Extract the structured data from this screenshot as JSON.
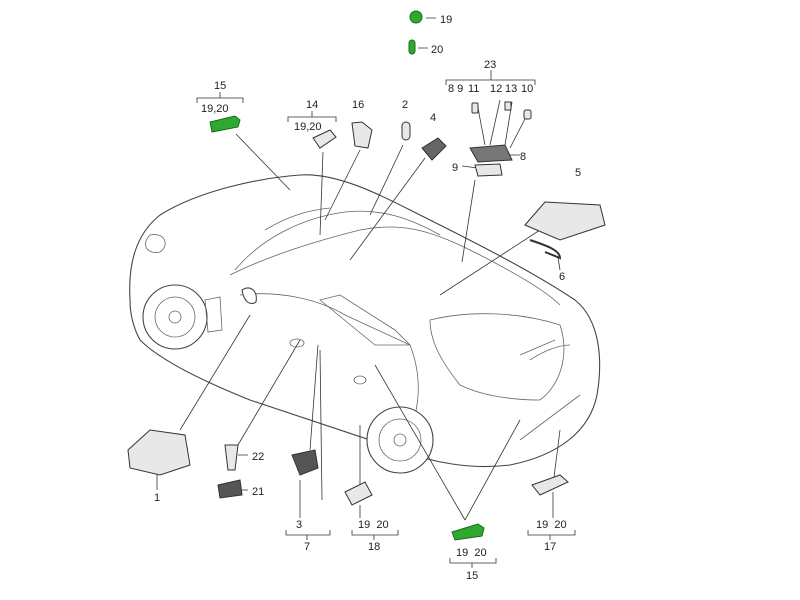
{
  "diagram": {
    "title": "Interior lighting parts diagram",
    "accent_color": "#2fa82f",
    "callouts": {
      "n19": "19",
      "n20": "20",
      "n23": "23",
      "n8_9": "8 9",
      "n11": "11",
      "n12": "12",
      "n13": "13",
      "n10": "10",
      "n15_top": "15",
      "n15_top_sub": "19,20",
      "n14": "14",
      "n14_sub": "19,20",
      "n16": "16",
      "n2": "2",
      "n4": "4",
      "n8": "8",
      "n9": "9",
      "n5": "5",
      "n6": "6",
      "n1": "1",
      "n22": "22",
      "n21": "21",
      "n3": "3",
      "n7": "7",
      "n18_sub": "19  20",
      "n18": "18",
      "n15_bot_sub": "19  20",
      "n15_bot": "15",
      "n17_sub": "19  20",
      "n17": "17"
    }
  }
}
